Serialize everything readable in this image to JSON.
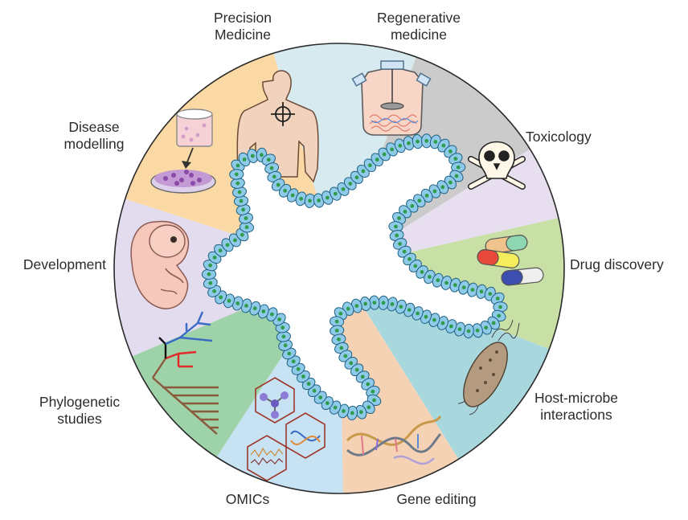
{
  "sectors": [
    {
      "id": "precision-medicine",
      "lines": [
        "Precision",
        "Medicine"
      ],
      "color": "#d6eaf0"
    },
    {
      "id": "regenerative-medicine",
      "lines": [
        "Regenerative",
        "medicine"
      ],
      "color": "#cbcbcb"
    },
    {
      "id": "toxicology",
      "lines": [
        "Toxicology"
      ],
      "color": "#e7def0"
    },
    {
      "id": "drug-discovery",
      "lines": [
        "Drug discovery"
      ],
      "color": "#c8e0a6"
    },
    {
      "id": "host-microbe-interactions",
      "lines": [
        "Host-microbe",
        "interactions"
      ],
      "color": "#a8d8de"
    },
    {
      "id": "gene-editing",
      "lines": [
        "Gene editing"
      ],
      "color": "#f6d2b4"
    },
    {
      "id": "omics",
      "lines": [
        "OMICs"
      ],
      "color": "#c7e2f3"
    },
    {
      "id": "phylogenetic-studies",
      "lines": [
        "Phylogenetic",
        "studies"
      ],
      "color": "#9ed2a8"
    },
    {
      "id": "development",
      "lines": [
        "Development"
      ],
      "color": "#e3dcee"
    },
    {
      "id": "disease-modelling",
      "lines": [
        "Disease",
        "modelling"
      ],
      "color": "#fbd9a5"
    }
  ],
  "colors": {
    "cell_fill": "#8fcbe8",
    "cell_stroke": "#1d5f82",
    "nucleus": "#2f9c4a",
    "rim": "#2a2a2a"
  }
}
